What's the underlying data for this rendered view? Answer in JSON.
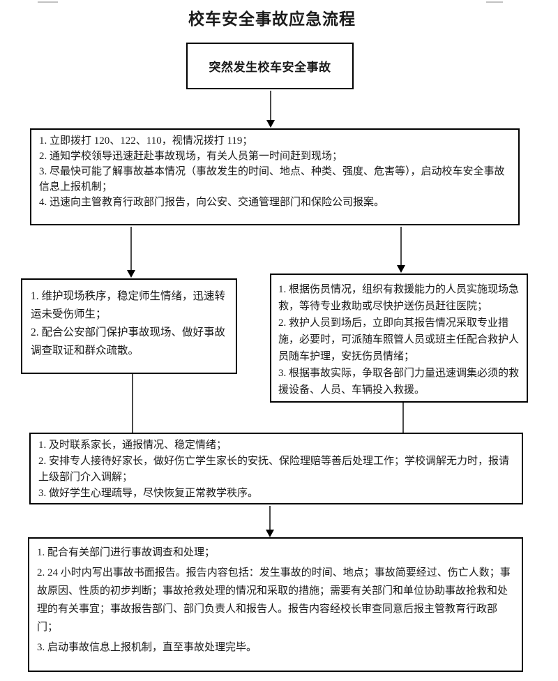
{
  "title": "校车安全事故应急流程",
  "flow": {
    "start": {
      "label": "突然发生校车安全事故"
    },
    "immediate": {
      "items": [
        "1. 立即拨打 120、122、110，视情况拨打 119；",
        "2. 通知学校领导迅速赶赴事故现场，有关人员第一时间赶到现场；",
        "3. 尽最快可能了解事故基本情况（事故发生的时间、地点、种类、强度、危害等），启动校车安全事故信息上报机制；",
        "4. 迅速向主管教育行政部门报告，向公安、交通管理部门和保险公司报案。"
      ]
    },
    "scene_control": {
      "items": [
        "1. 维护现场秩序，稳定师生情绪，迅速转运未受伤师生；",
        "2. 配合公安部门保护事故现场、做好事故调查取证和群众疏散。"
      ]
    },
    "rescue": {
      "items": [
        "1. 根据伤员情况，组织有救援能力的人员实施现场急救，等待专业救助或尽快护送伤员赶往医院；",
        "2. 救护人员到场后，立即向其报告情况采取专业措施，必要时，可派随车照管人员或班主任配合救护人员随车护理，安抚伤员情绪；",
        "3. 根据事故实际，争取各部门力量迅速调集必须的救援设备、人员、车辆投入救援。"
      ]
    },
    "family": {
      "items": [
        "1. 及时联系家长，通报情况、稳定情绪；",
        "2. 安排专人接待好家长，做好伤亡学生家长的安抚、保险理赔等善后处理工作；学校调解无力时，报请上级部门介入调解；",
        "3. 做好学生心理疏导，尽快恢复正常教学秩序。"
      ]
    },
    "report": {
      "items": [
        "1. 配合有关部门进行事故调查和处理；",
        "2. 24 小时内写出事故书面报告。报告内容包括：发生事故的时间、地点；事故简要经过、伤亡人数；事故原因、性质的初步判断；事故抢救处理的情况和采取的措施；需要有关部门和单位协助事故抢救和处理的有关事宜；事故报告部门、部门负责人和报告人。报告内容经校长审查同意后报主管教育行政部门；",
        "3. 启动事故信息上报机制，直至事故处理完毕。"
      ]
    }
  }
}
